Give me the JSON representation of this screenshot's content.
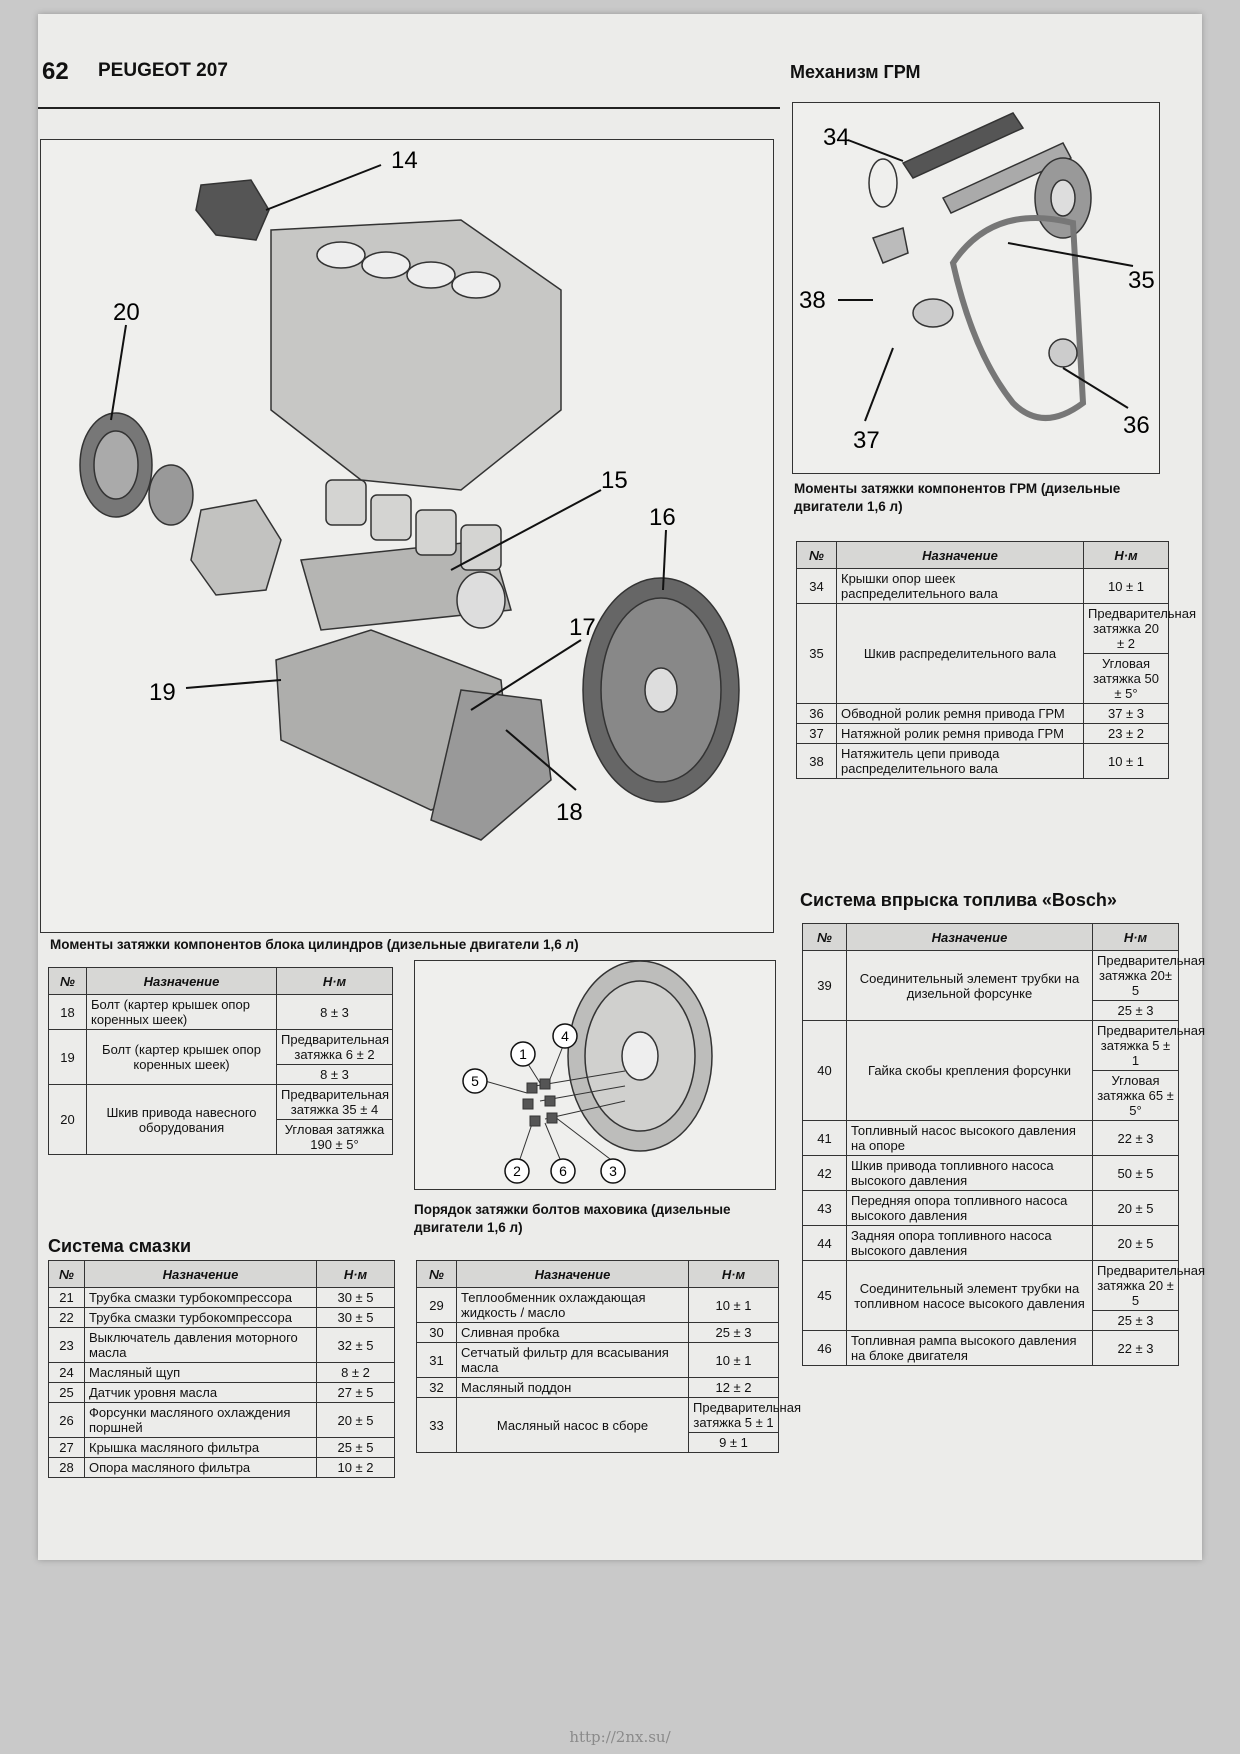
{
  "header": {
    "page_number": "62",
    "brand": "PEUGEOT 207",
    "right_section": "Механизм ГРМ"
  },
  "block_diagram": {
    "labels": [
      "14",
      "20",
      "15",
      "16",
      "17",
      "19",
      "18"
    ],
    "caption": "Моменты затяжки компонентов блока цилиндров (дизельные двигатели 1,6 л)"
  },
  "timing_diagram": {
    "labels": [
      "34",
      "35",
      "38",
      "36",
      "37"
    ],
    "caption": "Моменты затяжки компонентов ГРМ (дизельные двигатели 1,6 л)"
  },
  "flywheel_diagram": {
    "labels": [
      "1",
      "2",
      "3",
      "4",
      "5",
      "6"
    ],
    "caption": "Порядок затяжки болтов маховика (дизельные двигатели 1,6 л)"
  },
  "table_headers": {
    "num": "№",
    "purpose": "Назначение",
    "nm": "Н·м"
  },
  "block_table": [
    {
      "n": "18",
      "name": "Болт (картер крышек опор коренных шеек)",
      "v1": "8 ± 3"
    },
    {
      "n": "19",
      "name": "Болт (картер крышек опор коренных шеек)",
      "v1": "Предварительная затяжка 6 ± 2",
      "v2": "8 ± 3"
    },
    {
      "n": "20",
      "name": "Шкив привода навесного оборудования",
      "v1": "Предварительная затяжка 35 ± 4",
      "v2": "Угловая затяжка 190 ± 5°"
    }
  ],
  "timing_table": [
    {
      "n": "34",
      "name": "Крышки опор шеек распределительного вала",
      "v1": "10 ± 1"
    },
    {
      "n": "35",
      "name": "Шкив распределительного вала",
      "v1": "Предварительная затяжка 20 ± 2",
      "v2": "Угловая затяжка 50 ± 5°"
    },
    {
      "n": "36",
      "name": "Обводной ролик ремня привода ГРМ",
      "v1": "37 ± 3"
    },
    {
      "n": "37",
      "name": "Натяжной ролик ремня привода ГРМ",
      "v1": "23 ± 2"
    },
    {
      "n": "38",
      "name": "Натяжитель цепи привода распределительного вала",
      "v1": "10 ± 1"
    }
  ],
  "lubrication": {
    "title": "Система смазки",
    "left": [
      {
        "n": "21",
        "name": "Трубка смазки турбокомпрессора",
        "v1": "30 ± 5"
      },
      {
        "n": "22",
        "name": "Трубка смазки турбокомпрессора",
        "v1": "30 ± 5"
      },
      {
        "n": "23",
        "name": "Выключатель давления моторного масла",
        "v1": "32 ± 5"
      },
      {
        "n": "24",
        "name": "Масляный щуп",
        "v1": "8 ± 2"
      },
      {
        "n": "25",
        "name": "Датчик уровня масла",
        "v1": "27 ± 5"
      },
      {
        "n": "26",
        "name": "Форсунки масляного охлаждения поршней",
        "v1": "20 ± 5"
      },
      {
        "n": "27",
        "name": "Крышка масляного фильтра",
        "v1": "25 ± 5"
      },
      {
        "n": "28",
        "name": "Опора масляного фильтра",
        "v1": "10 ± 2"
      }
    ],
    "right": [
      {
        "n": "29",
        "name": "Теплообменник охлаждающая жидкость / масло",
        "v1": "10 ± 1"
      },
      {
        "n": "30",
        "name": "Сливная пробка",
        "v1": "25 ± 3"
      },
      {
        "n": "31",
        "name": "Сетчатый фильтр для всасывания масла",
        "v1": "10 ± 1"
      },
      {
        "n": "32",
        "name": "Масляный поддон",
        "v1": "12 ± 2"
      },
      {
        "n": "33",
        "name": "Масляный насос в сборе",
        "v1": "Предварительная затяжка 5 ± 1",
        "v2": "9 ± 1"
      }
    ]
  },
  "fuel": {
    "title": "Система впрыска топлива «Bosch»",
    "rows": [
      {
        "n": "39",
        "name": "Соединительный элемент трубки на дизельной форсунке",
        "v1": "Предварительная затяжка 20± 5",
        "v2": "25 ± 3"
      },
      {
        "n": "40",
        "name": "Гайка скобы крепления форсунки",
        "v1": "Предварительная затяжка 5 ± 1",
        "v2": "Угловая затяжка 65 ± 5°"
      },
      {
        "n": "41",
        "name": "Топливный насос высокого давления на опоре",
        "v1": "22 ± 3"
      },
      {
        "n": "42",
        "name": "Шкив привода топливного насоса высокого давления",
        "v1": "50 ± 5"
      },
      {
        "n": "43",
        "name": "Передняя опора топливного насоса высокого давления",
        "v1": "20 ± 5"
      },
      {
        "n": "44",
        "name": "Задняя опора топливного насоса высокого давления",
        "v1": "20 ± 5"
      },
      {
        "n": "45",
        "name": "Соединительный элемент трубки на топливном насосе высокого давления",
        "v1": "Предварительная затяжка 20 ± 5",
        "v2": "25 ± 3"
      },
      {
        "n": "46",
        "name": "Топливная рампа высокого давления на блоке двигателя",
        "v1": "22 ± 3"
      }
    ]
  },
  "footer": {
    "url": "http://2nx.su/"
  }
}
